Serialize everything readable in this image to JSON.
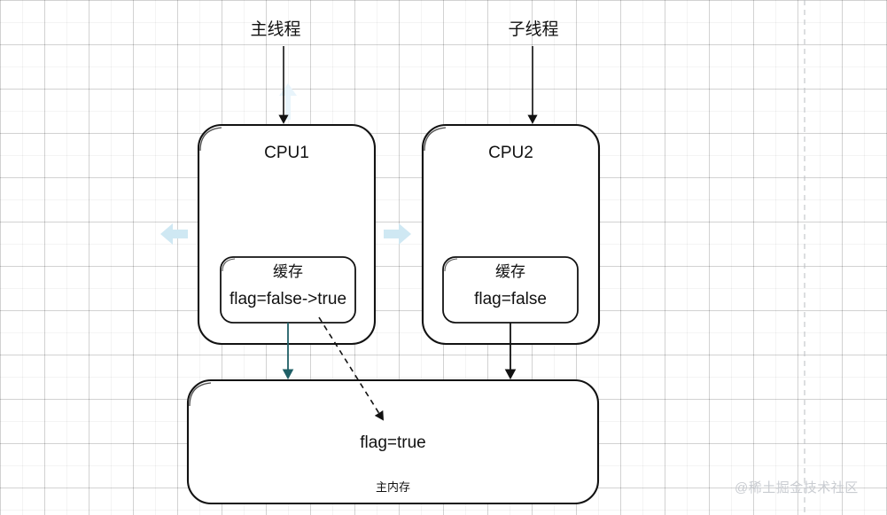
{
  "diagram": {
    "title": "CPU cache coherency / volatile visibility diagram",
    "colors": {
      "stroke": "#121212",
      "teal_arrow": "#1f5f66",
      "light_blue_arrow": "#cfe8f3",
      "grid_line": "#d9d9d9",
      "watermark": "#c9ccd1",
      "background": "#ffffff"
    },
    "labels": {
      "main_thread": "主线程",
      "child_thread": "子线程"
    },
    "cpus": [
      {
        "name": "CPU1",
        "cache_title": "缓存",
        "cache_value": "flag=false->true"
      },
      {
        "name": "CPU2",
        "cache_title": "缓存",
        "cache_value": "flag=false"
      }
    ],
    "main_memory": {
      "value": "flag=true",
      "title": "主内存"
    },
    "arrows": [
      {
        "name": "main-thread-to-cpu1",
        "style": "solid",
        "color": "#121212"
      },
      {
        "name": "child-thread-to-cpu2",
        "style": "solid",
        "color": "#121212"
      },
      {
        "name": "cpu1-cache-to-memory",
        "style": "solid",
        "color": "#1f5f66"
      },
      {
        "name": "cpu2-cache-to-memory",
        "style": "solid",
        "color": "#121212"
      },
      {
        "name": "cpu1-cache-writeback-dashed",
        "style": "dashed",
        "color": "#121212"
      },
      {
        "name": "bus-arrow-left",
        "style": "block",
        "color": "#cfe8f3"
      },
      {
        "name": "bus-arrow-right",
        "style": "block",
        "color": "#cfe8f3"
      },
      {
        "name": "bus-arrow-up",
        "style": "block",
        "color": "#e4f3fa"
      }
    ],
    "watermark": "@稀土掘金技术社区"
  }
}
